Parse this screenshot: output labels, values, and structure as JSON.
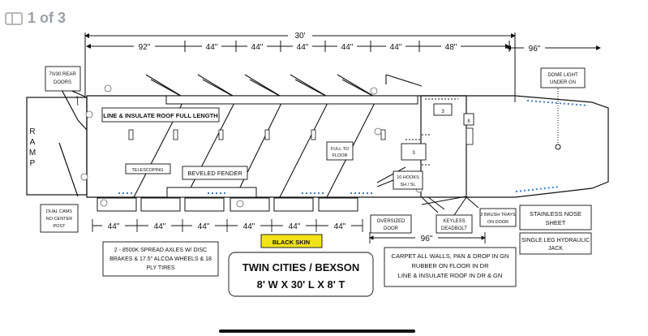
{
  "page_badge": "1 of 3",
  "dimensions": {
    "overall": "30'",
    "top_segments": [
      "92\"",
      "44\"",
      "44\"",
      "44\"",
      "44\"",
      "44\"",
      "48\""
    ],
    "nose": "96\"",
    "bottom_segments": [
      "44\"",
      "44\"",
      "44\"",
      "44\"",
      "44\"",
      "44\""
    ],
    "bottom_right": "96\""
  },
  "labels": {
    "rear_doors": [
      "70/30 REAR",
      "DOORS"
    ],
    "ramp": [
      "R",
      "A",
      "M",
      "P"
    ],
    "roof": "LINE & INSULATE ROOF FULL LENGTH",
    "telescoping": "TELESCOPING",
    "fender": "BEVELED FENDER",
    "full_to_floor": [
      "FULL TO",
      "FLOOR"
    ],
    "hooks": [
      "10 HOOKS",
      "SH / SL"
    ],
    "dome_light": [
      "DOME LIGHT",
      "UNDER GN"
    ],
    "cams": [
      "DUAL CAMS",
      "NO CENTER",
      "POST"
    ],
    "oversized_door": [
      "OVERSIZED",
      "DOOR"
    ],
    "keyless": [
      "KEYLESS",
      "DEADBOLT"
    ],
    "brush_trays": [
      "2 BRUSH TRAYS",
      "ON DOOR"
    ],
    "stainless": [
      "STAINLESS NOSE",
      "SHEET"
    ],
    "hydraulic_jack": [
      "SINGLE LEG HYDRAULIC",
      "JACK"
    ],
    "axles": [
      "2 - 8500K  SPREAD AXLES W/ DISC",
      "BRAKES & 17.5\" ALCOA WHEELS & 18",
      "PLY TIRES"
    ],
    "black_skin": "BLACK SKIN",
    "title_main": "TWIN CITIES / BEXSON",
    "title_dims": "8' W X 30' L X 8' T",
    "carpet": [
      "CARPET ALL WALLS, PAN & DROP IN GN",
      "RUBBER ON FLOOR IN DR",
      "LINE & INSULATE ROOF IN DR & GN"
    ],
    "stall_numbers": [
      "3",
      "8",
      "3"
    ]
  },
  "colors": {
    "black_skin_bg": "#f2e21a",
    "light_dots": "#3a7cc1"
  }
}
